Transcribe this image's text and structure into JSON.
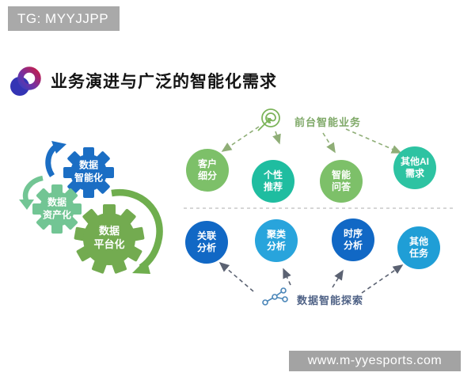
{
  "banners": {
    "top": "TG: MYYJJPP",
    "bottom": "www.m-yyesports.com"
  },
  "header": {
    "title": "业务演进与广泛的智能化需求",
    "logo_icon": "blue-red-ring-logo"
  },
  "gears": {
    "items": [
      {
        "label": "数据\n智能化",
        "color": "#1b6ec4"
      },
      {
        "label": "数据\n资产化",
        "color": "#72c594"
      },
      {
        "label": "数据\n平台化",
        "color": "#73ab50"
      }
    ]
  },
  "flow": {
    "top_hub": {
      "label": "前台智能业务",
      "icon": "target-arrow-icon",
      "color": "#7fa968"
    },
    "bottom_hub": {
      "label": "数据智能探索",
      "icon": "network-icon",
      "color": "#4f6286"
    },
    "top_circles": [
      {
        "label": "客户\n细分",
        "color": "#7dc069"
      },
      {
        "label": "个性\n推荐",
        "color": "#1fbda0"
      },
      {
        "label": "智能\n问答",
        "color": "#7dc069"
      },
      {
        "label": "其他AI\n需求",
        "color": "#2dc3a2"
      }
    ],
    "bottom_circles": [
      {
        "label": "关联\n分析",
        "color": "#1168c5"
      },
      {
        "label": "聚类\n分析",
        "color": "#28a4dc"
      },
      {
        "label": "时序\n分析",
        "color": "#1168c5"
      },
      {
        "label": "其他\n任务",
        "color": "#1f9ed6"
      }
    ]
  },
  "colors": {
    "banner_gray": "#a9a9a9",
    "divider_gray": "#c9c9c9",
    "top_wire_green": "#8fae77",
    "bottom_wire_slate": "#5b6272",
    "logo_blue": "#3434b4",
    "logo_red": "#c21f4e"
  }
}
